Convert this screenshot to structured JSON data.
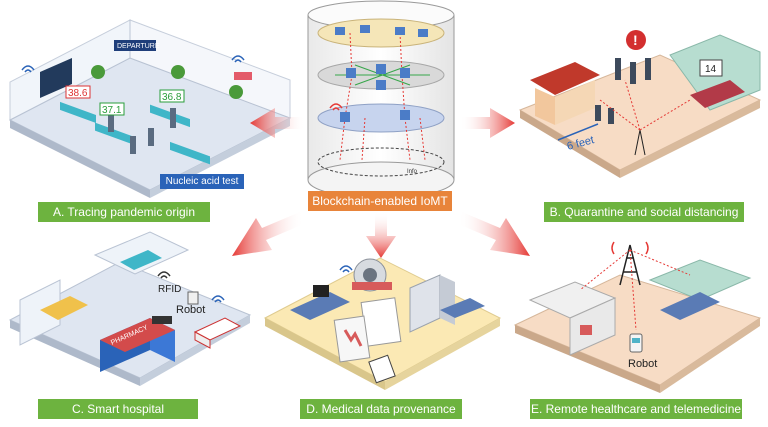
{
  "center": {
    "title": "Blockchain-enabled IoMT",
    "bottom_label": "Info"
  },
  "panels": {
    "a": {
      "label": "A. Tracing pandemic origin",
      "test_label": "Nucleic acid test",
      "sign": "DEPARTURE",
      "temps": [
        "38.6",
        "37.1",
        "36.8"
      ]
    },
    "b": {
      "label": "B. Quarantine and social distancing",
      "distance": "6 feet",
      "calendar": "14",
      "alert": "!"
    },
    "c": {
      "label": "C. Smart  hospital",
      "rfid": "RFID",
      "robot": "Robot",
      "pharmacy": "PHARMACY"
    },
    "d": {
      "label": "D. Medical data provenance"
    },
    "e": {
      "label": "E. Remote healthcare and telemedicine",
      "robot": "Robot"
    }
  },
  "colors": {
    "green": "#6db33f",
    "orange": "#e8843a",
    "blue": "#2a63b8",
    "red_arrow": "#e53935",
    "floor_blue": "#dfe6f1",
    "floor_peach": "#f7dcc5",
    "floor_yellow": "#fbe9b4"
  }
}
